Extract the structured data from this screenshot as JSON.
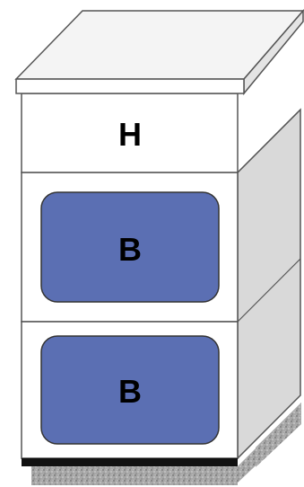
{
  "diagram": {
    "labels": {
      "top_box": "H",
      "middle_box": "B",
      "bottom_box": "B"
    },
    "colors": {
      "outline": "#555555",
      "front_face": "#ffffff",
      "side_face": "#d9d9d9",
      "lid_top": "#f4f4f4",
      "lid_front": "#ffffff",
      "inner_panel": "#5b6fb3",
      "base_bar": "#111111",
      "stone": "#9a9a9a"
    }
  }
}
